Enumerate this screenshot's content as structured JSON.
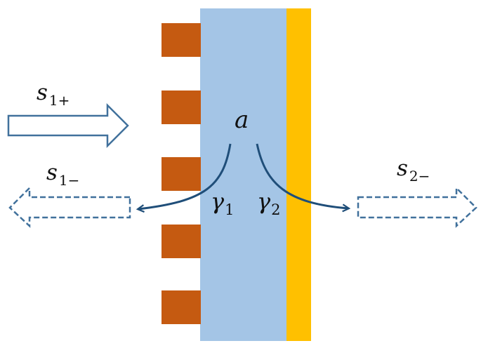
{
  "colors": {
    "slab": "#a4c5e6",
    "gold_layer": "#ffc000",
    "teeth": "#c55a11",
    "arrow": "#41719c",
    "curve": "#1f4e79"
  },
  "labels": {
    "s1_plus": {
      "main": "s",
      "sub": "1+"
    },
    "s1_minus": {
      "main": "s",
      "sub": "1−"
    },
    "s2_minus": {
      "main": "s",
      "sub": "2−"
    },
    "mode": "a",
    "gamma1": {
      "main": "γ",
      "sub": "1"
    },
    "gamma2": {
      "main": "γ",
      "sub": "2"
    }
  }
}
